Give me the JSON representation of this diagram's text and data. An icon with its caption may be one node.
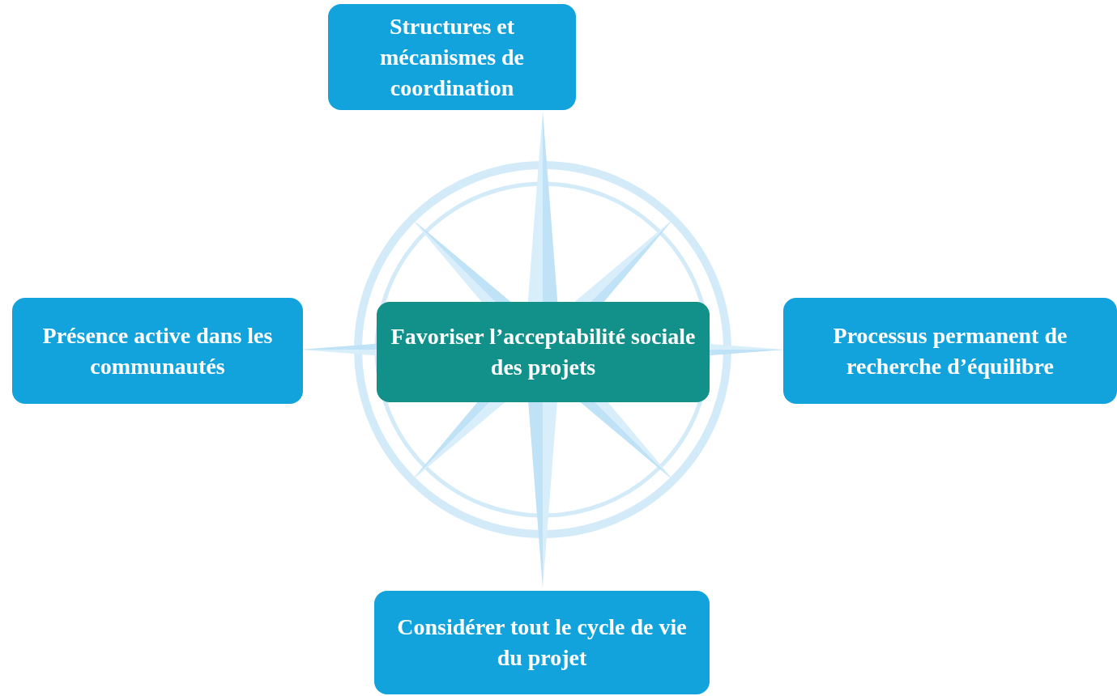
{
  "diagram": {
    "nodes": [
      {
        "text": [
          "Structures et mécanismes de coordination"
        ]
      },
      {
        "text": [
          "Présence active dans les communautés"
        ]
      },
      {
        "text": [
          "Favoriser l’acceptabilité sociale des projets"
        ]
      },
      {
        "text": [
          "Processus permanent de recherche d’équilibre"
        ]
      },
      {
        "text": [
          "Considérer tout le cycle de vie du projet"
        ]
      }
    ]
  }
}
